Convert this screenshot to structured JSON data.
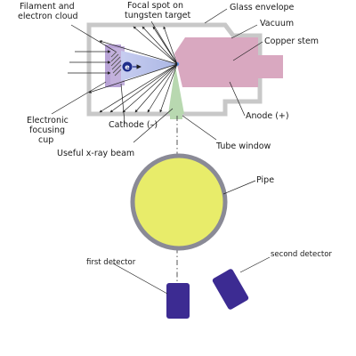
{
  "labels": {
    "filament_line1": "Filament and",
    "filament_line2": "electron cloud",
    "focal_line1": "Focal spot on",
    "focal_line2": "tungsten target",
    "glass_envelope": "Glass envelope",
    "vacuum": "Vacuum",
    "copper_stem": "Copper stem",
    "electronic_line1": "Electronic",
    "electronic_line2": "focusing",
    "electronic_line3": "cup",
    "cathode": "Cathode (–)",
    "anode": "Anode (+)",
    "useful_beam": "Useful x-ray beam",
    "tube_window": "Tube window",
    "pipe": "Pipe",
    "first_detector": "first detector",
    "second_detector": "second detector"
  },
  "electron_symbol": "e",
  "colors": {
    "envelope": "#c8c8c8",
    "stem": "#d9a8c0",
    "cathode_cup": "#b8a3d6",
    "cone": "#b9c3e8",
    "beam": "#b8d8b0",
    "pipe_fill": "#e8ec6a",
    "pipe_ring": "#8a8a96",
    "detector": "#3c2b92",
    "electron": "#1e2d8a",
    "focal_spot": "#5a8fe0"
  }
}
